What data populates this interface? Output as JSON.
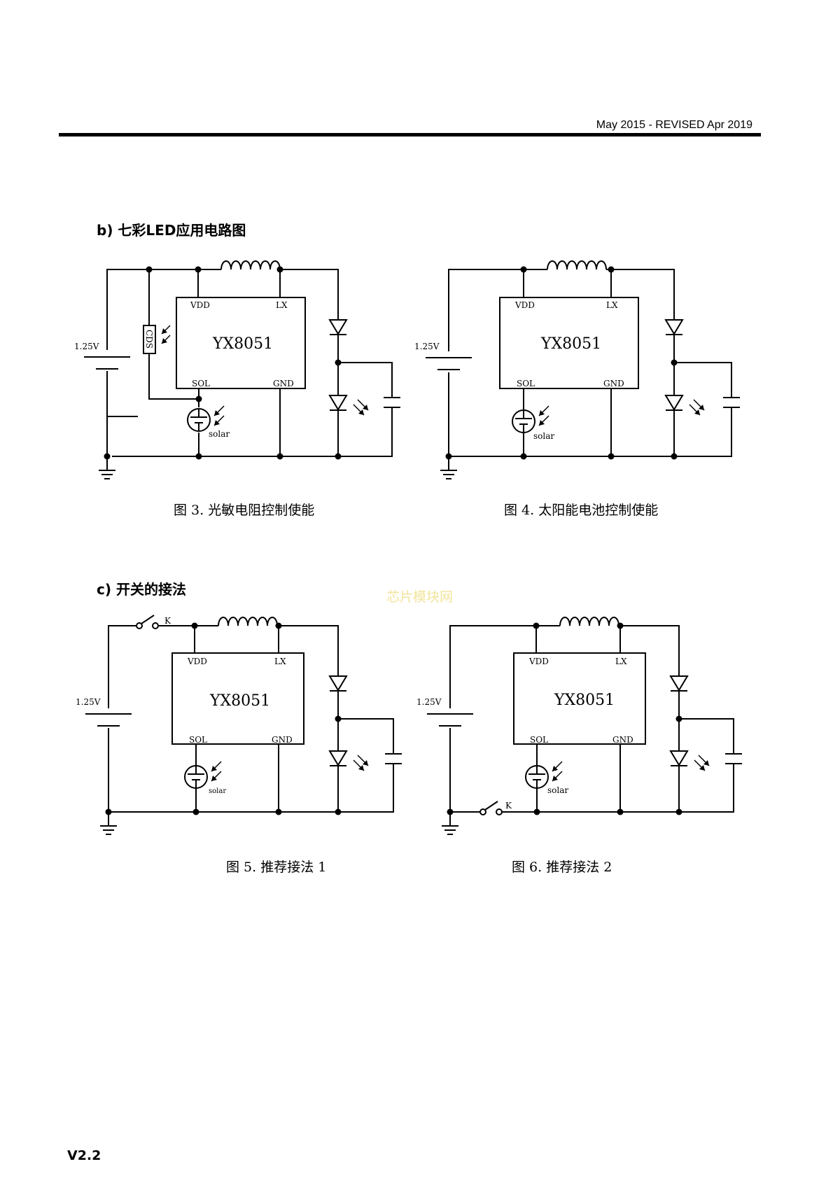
{
  "header": {
    "date_revision": "May 2015 - REVISED Apr 2019"
  },
  "sections": {
    "b": {
      "title": "b) 七彩LED应用电路图"
    },
    "c": {
      "title": "c) 开关的接法"
    }
  },
  "circuit_labels": {
    "chip": "YX8051",
    "vdd": "VDD",
    "lx": "LX",
    "sol": "SOL",
    "gnd": "GND",
    "battery": "1.25V",
    "solar": "solar",
    "cds": "CDS",
    "switch": "K"
  },
  "figures": [
    {
      "caption": "图 3. 光敏电阻控制使能"
    },
    {
      "caption": "图 4. 太阳能电池控制使能"
    },
    {
      "caption": "图 5. 推荐接法 1"
    },
    {
      "caption": "图 6. 推荐接法 2"
    }
  ],
  "watermark": "芯片模块网",
  "footer": {
    "version": "V2.2"
  }
}
